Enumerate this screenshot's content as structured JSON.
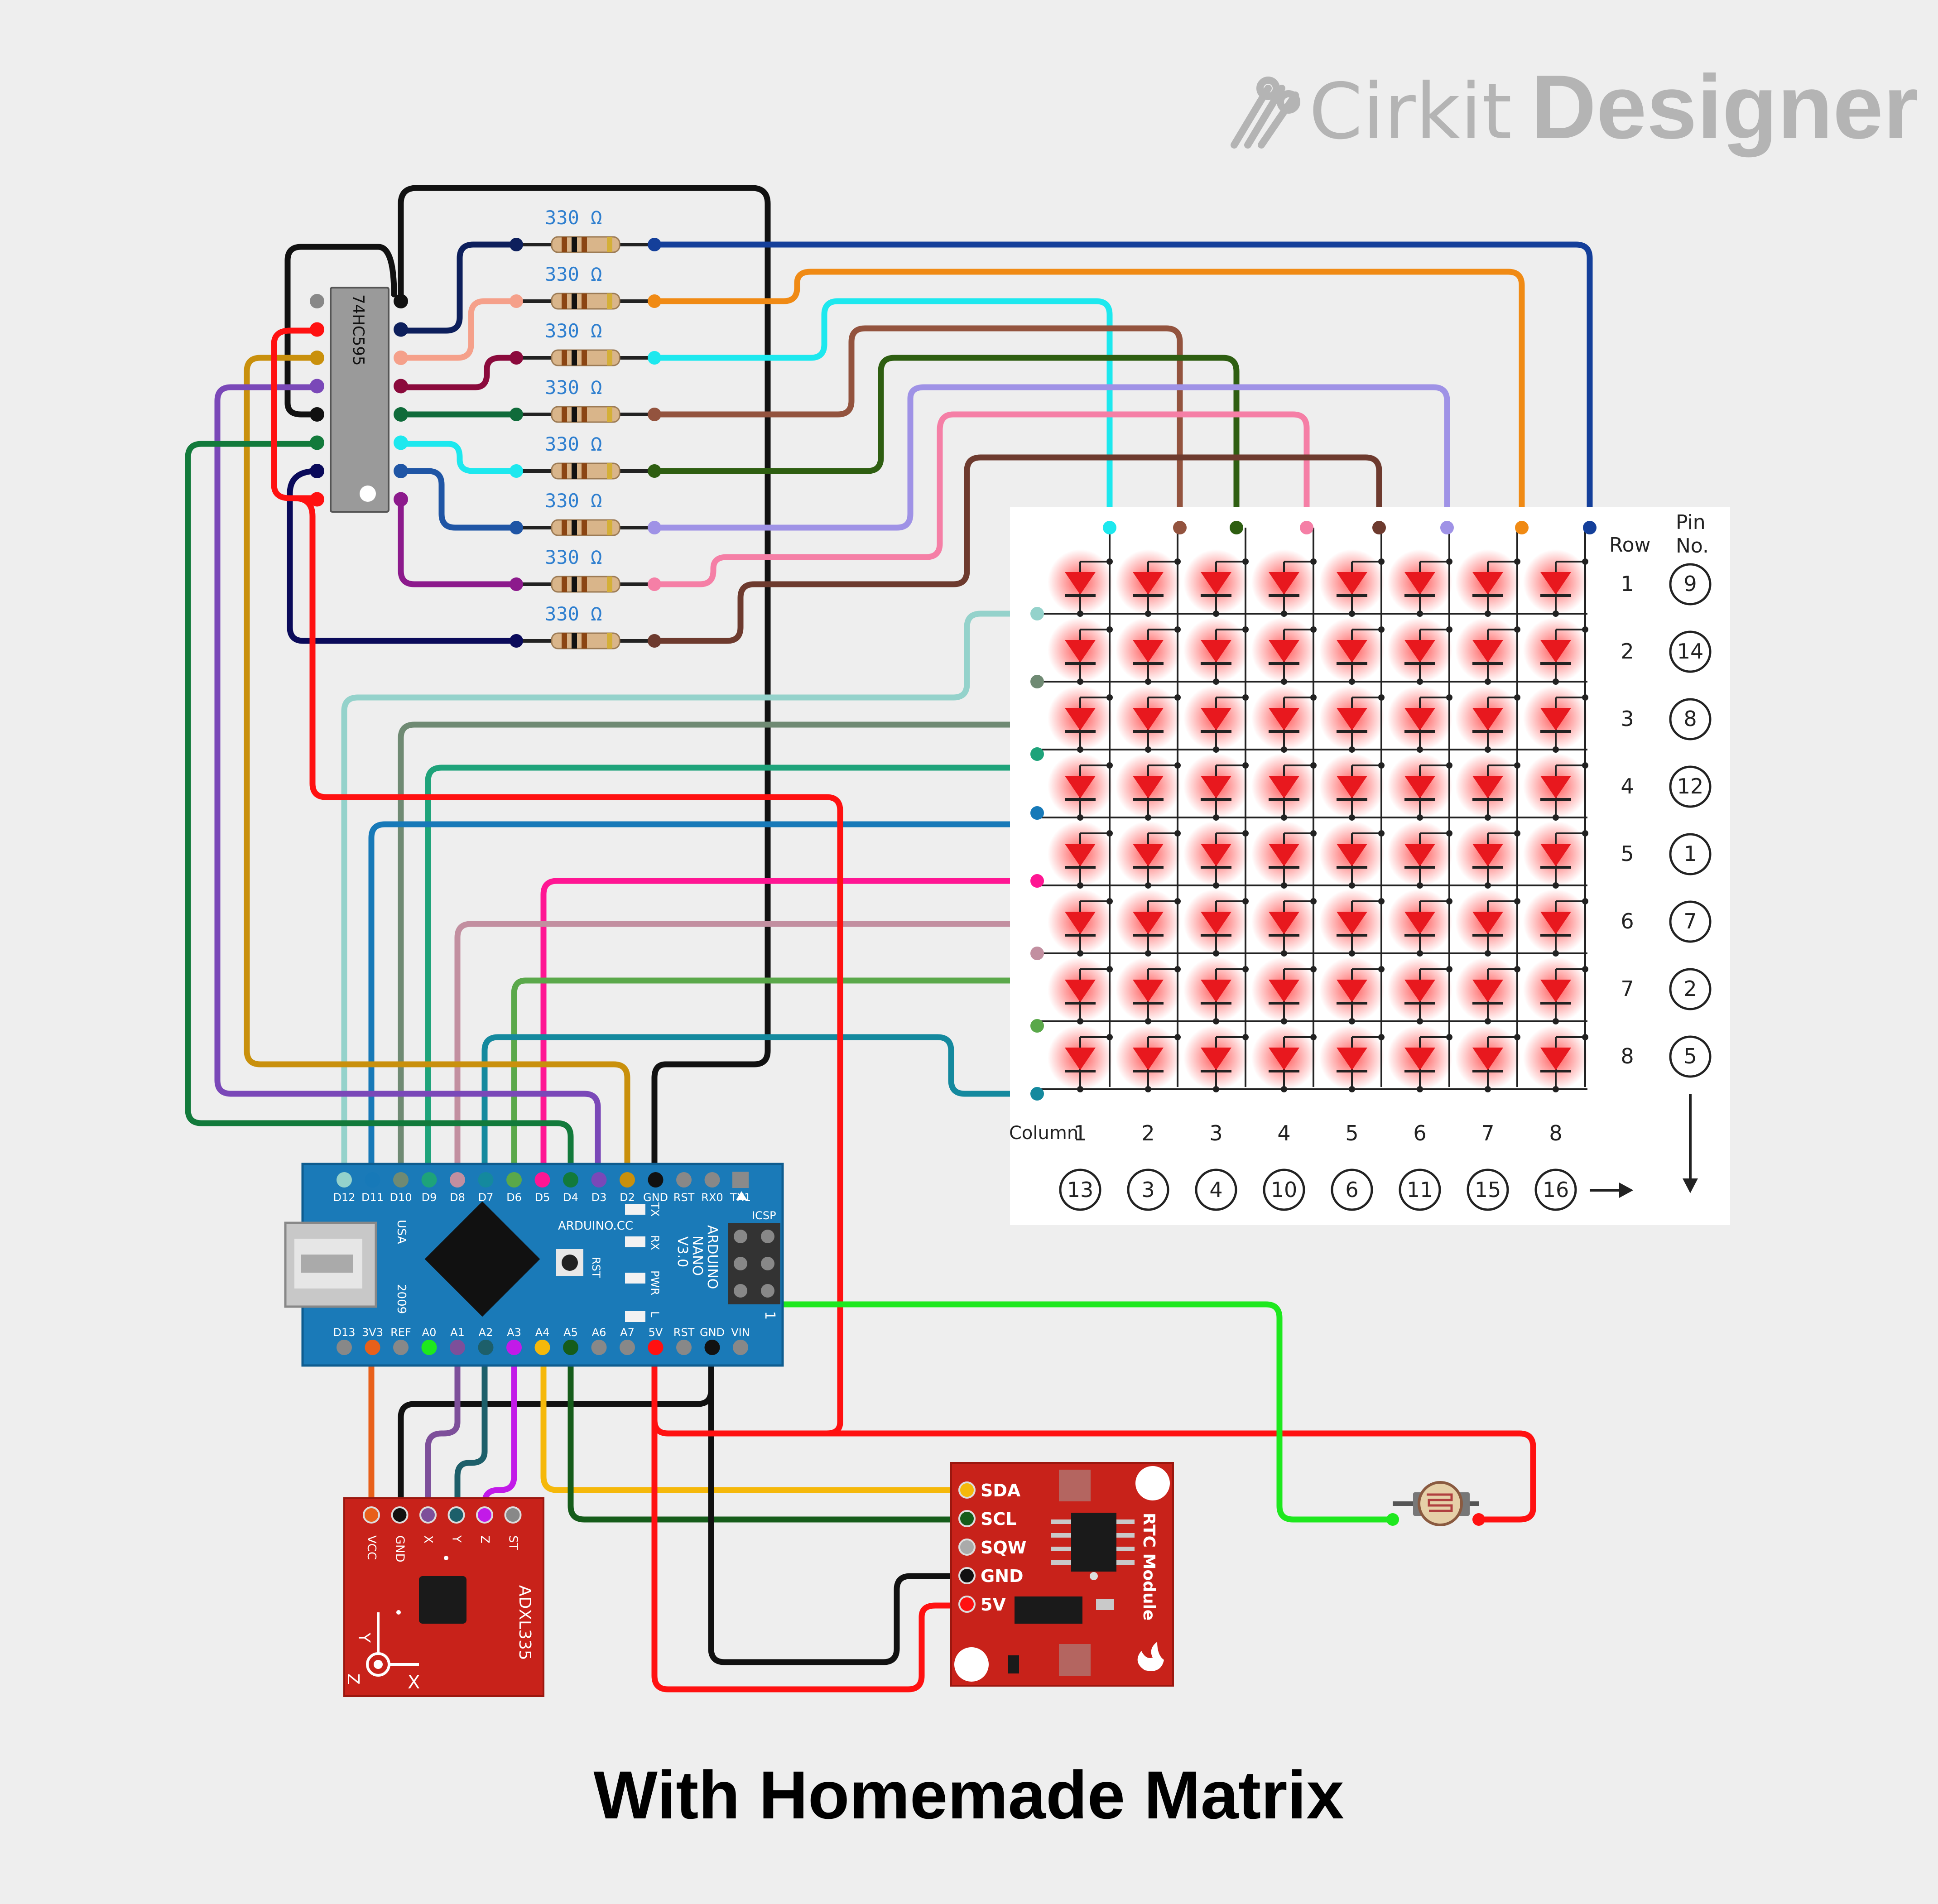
{
  "brand": {
    "name": "Cirkit",
    "product": "Designer",
    "colors": {
      "logo": "#b4b4b4",
      "background": "#eeeeee"
    }
  },
  "caption": "With Homemade Matrix",
  "resistor": {
    "label": "330 Ω",
    "count": 8
  },
  "shift_register": {
    "label": "74HC595"
  },
  "arduino": {
    "name_lines": [
      "ARDUINO",
      "NANO",
      "V3.0"
    ],
    "site": "ARDUINO.CC",
    "country": "USA",
    "year": "2009",
    "icsp": "ICSP",
    "rst_button": "RST",
    "leds": [
      "TX",
      "RX",
      "PWR",
      "L"
    ],
    "pin_one": "1",
    "top_pins": [
      "D12",
      "D11",
      "D10",
      "D9",
      "D8",
      "D7",
      "D6",
      "D5",
      "D4",
      "D3",
      "D2",
      "GND",
      "RST",
      "RX0",
      "TX1"
    ],
    "bottom_pins": [
      "D13",
      "3V3",
      "REF",
      "A0",
      "A1",
      "A2",
      "A3",
      "A4",
      "A5",
      "A6",
      "A7",
      "5V",
      "RST",
      "GND",
      "VIN"
    ]
  },
  "accelerometer": {
    "name": "ADXL335",
    "pins": [
      "VCC",
      "GND",
      "X",
      "Y",
      "Z",
      "ST"
    ],
    "axes": [
      "Y",
      "Z",
      "X"
    ]
  },
  "rtc": {
    "name": "RTC Module",
    "pins": [
      "SDA",
      "SCL",
      "SQW",
      "GND",
      "5V"
    ]
  },
  "matrix": {
    "row_header": "Row",
    "pin_header": [
      "Pin",
      "No."
    ],
    "column_label": "Column",
    "rows": [
      "1",
      "2",
      "3",
      "4",
      "5",
      "6",
      "7",
      "8"
    ],
    "row_pins": [
      "9",
      "14",
      "8",
      "12",
      "1",
      "7",
      "2",
      "5"
    ],
    "columns": [
      "1",
      "2",
      "3",
      "4",
      "5",
      "6",
      "7",
      "8"
    ],
    "column_pins": [
      "13",
      "3",
      "4",
      "10",
      "6",
      "11",
      "15",
      "16"
    ],
    "led_color": "#e8181e"
  },
  "icons": [
    "cirkit-logo-icon",
    "photoresistor-icon",
    "sparkfun-flame-icon"
  ]
}
